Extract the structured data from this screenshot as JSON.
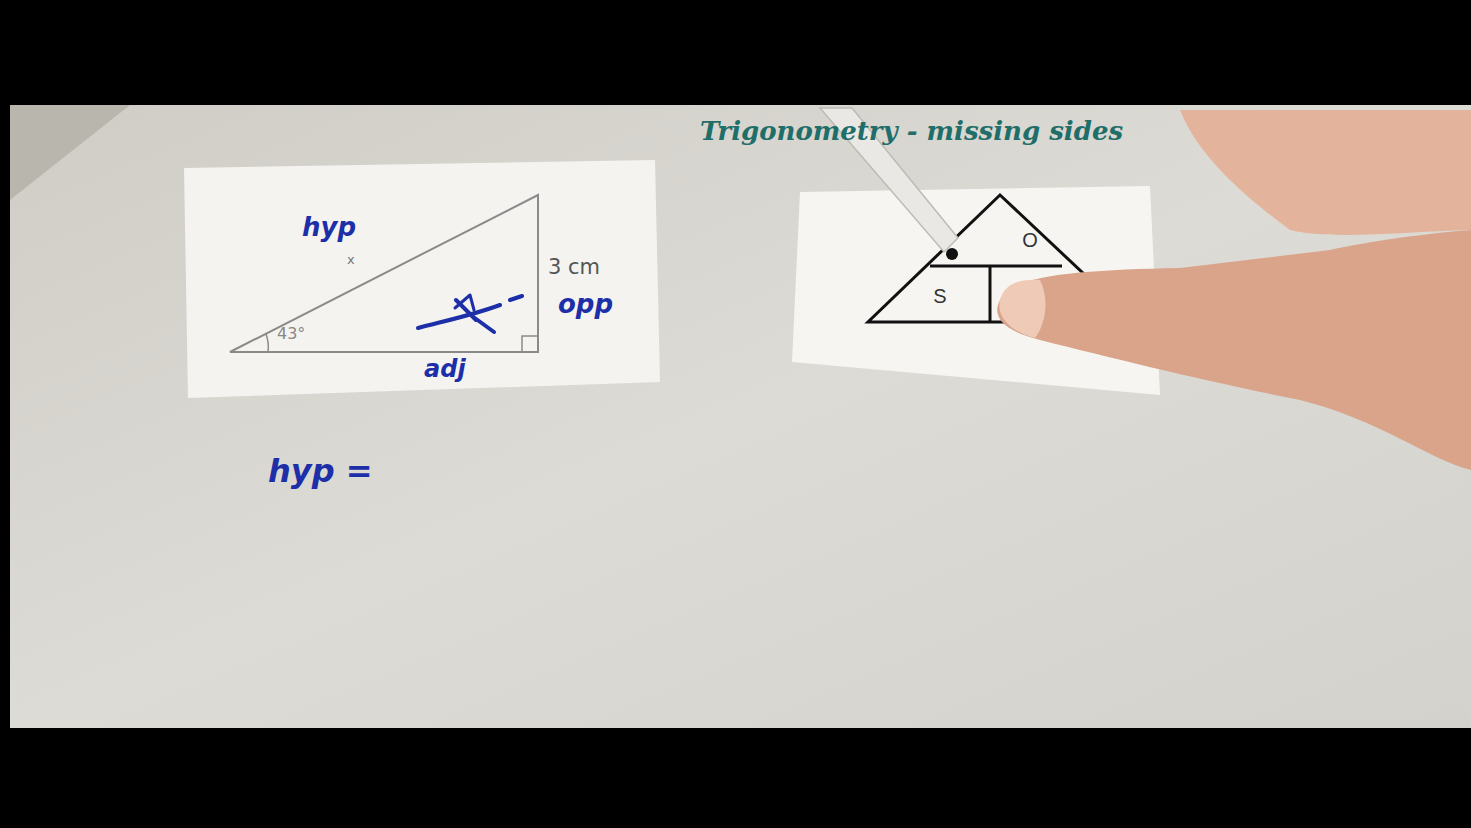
{
  "diagram": {
    "title": "Trigonometry - missing sides",
    "nodes": [
      {
        "text": [
          "O"
        ]
      },
      {
        "text": [
          "S"
        ]
      }
    ],
    "labels": [
      "hyp",
      "x",
      "3 cm",
      "opp",
      "43°",
      "adj",
      "hyp ="
    ]
  }
}
